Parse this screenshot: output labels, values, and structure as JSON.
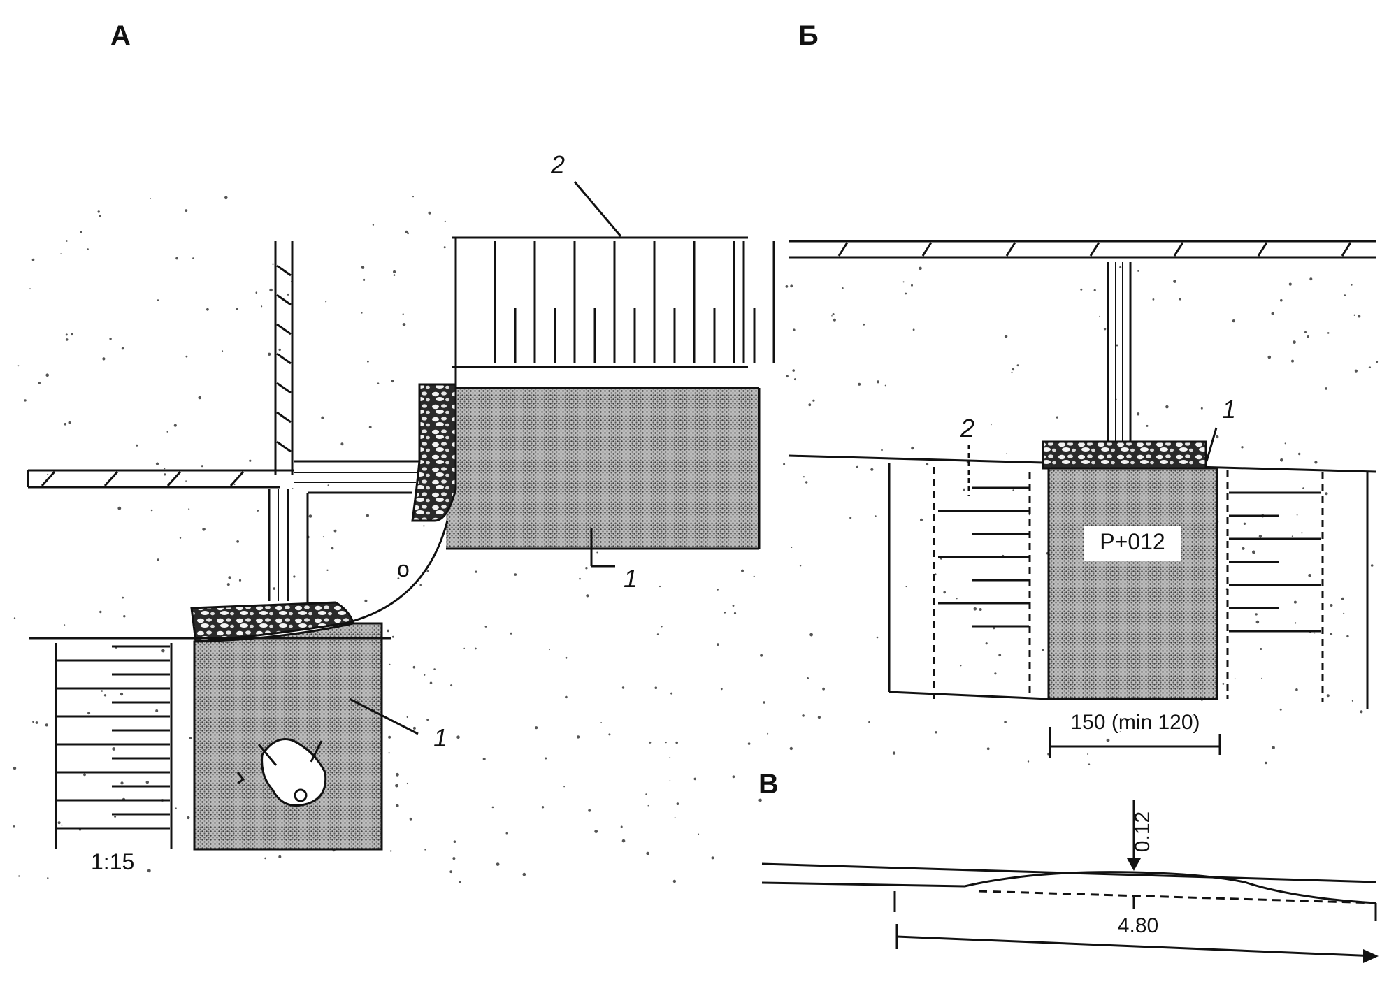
{
  "panels": {
    "a": {
      "letter": "А",
      "scale": "1:15",
      "label_1": "1",
      "label_2": "2",
      "label_o": "o",
      "label_1b": "1"
    },
    "b": {
      "letter": "Б",
      "label_1": "1",
      "label_2": "2",
      "marker": "P+012",
      "width_dim": "150 (min 120)"
    },
    "c": {
      "letter": "В",
      "height_dim": "0.12",
      "length_dim": "4.80"
    }
  },
  "colors": {
    "ink": "#111111",
    "paper": "#ffffff",
    "stipple": "#555555"
  }
}
